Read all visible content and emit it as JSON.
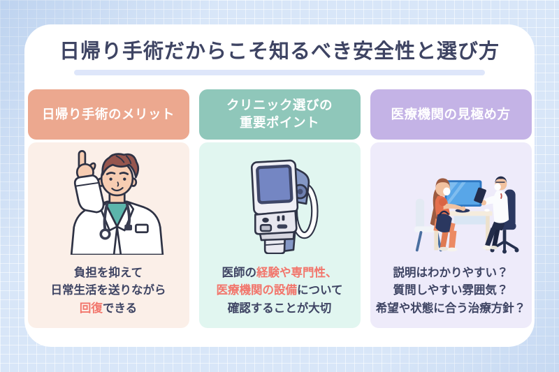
{
  "page": {
    "title": "日帰り手術だからこそ知るべき安全性と選び方"
  },
  "colors": {
    "background": "#D8E6F8",
    "grid_line": "#FFFFFF",
    "panel": "#FFFFFF",
    "title_text": "#3E4463",
    "title_underline": "#DEE6FA",
    "body_text": "#3E4463",
    "highlight_text": "#F2766C",
    "merit_header_bg": "#ECA88F",
    "merit_body_bg": "#FBEFE8",
    "clinic_header_bg": "#8FC7BA",
    "clinic_body_bg": "#E1F6F0",
    "assess_header_bg": "#C4B3E6",
    "assess_body_bg": "#EEEBFA"
  },
  "cards": [
    {
      "id": "merit",
      "header_lines": [
        "日帰り手術のメリット"
      ],
      "illustration": "doctor-pointing-up-illustration",
      "text_lines": [
        [
          {
            "text": "負担を抑えて",
            "highlight": false
          }
        ],
        [
          {
            "text": "日常生活を送りながら",
            "highlight": false
          }
        ],
        [
          {
            "text": "回復",
            "highlight": true
          },
          {
            "text": "できる",
            "highlight": false
          }
        ]
      ]
    },
    {
      "id": "clinic-choice",
      "header_lines": [
        "クリニック選びの",
        "重要ポイント"
      ],
      "illustration": "handheld-medical-device-illustration",
      "text_lines": [
        [
          {
            "text": "医師の",
            "highlight": false
          },
          {
            "text": "経験や専門性、",
            "highlight": true
          }
        ],
        [
          {
            "text": "医療機関の設備",
            "highlight": true
          },
          {
            "text": "について",
            "highlight": false
          }
        ],
        [
          {
            "text": "確認することが大切",
            "highlight": false
          }
        ]
      ]
    },
    {
      "id": "assessment",
      "header_lines": [
        "医療機関の見極め方"
      ],
      "illustration": "doctor-patient-consultation-illustration",
      "text_lines": [
        [
          {
            "text": "説明はわかりやすい？",
            "highlight": false
          }
        ],
        [
          {
            "text": "質問しやすい雰囲気？",
            "highlight": false
          }
        ],
        [
          {
            "text": "希望や状態に合う治療方針？",
            "highlight": false
          }
        ]
      ]
    }
  ]
}
